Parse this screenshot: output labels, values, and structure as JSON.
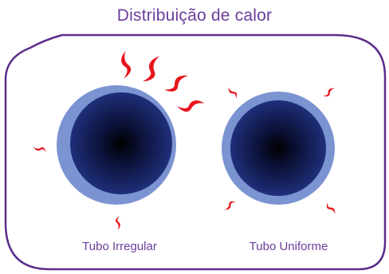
{
  "title": "Distribuição de calor",
  "tubes": [
    {
      "label": "Tubo Irregular"
    },
    {
      "label": "Tubo Uniforme"
    }
  ],
  "colors": {
    "title_text": "#6a3d9a",
    "label_text": "#6a3d9a",
    "frame_stroke": "#5b2d8c",
    "tube_outer_ring": "#7b93d1",
    "tube_inner_edge": "#1f2f7a",
    "tube_core": "#000000",
    "flame": "#e8141c"
  },
  "icons": {
    "flame": "heat-flame-icon"
  }
}
